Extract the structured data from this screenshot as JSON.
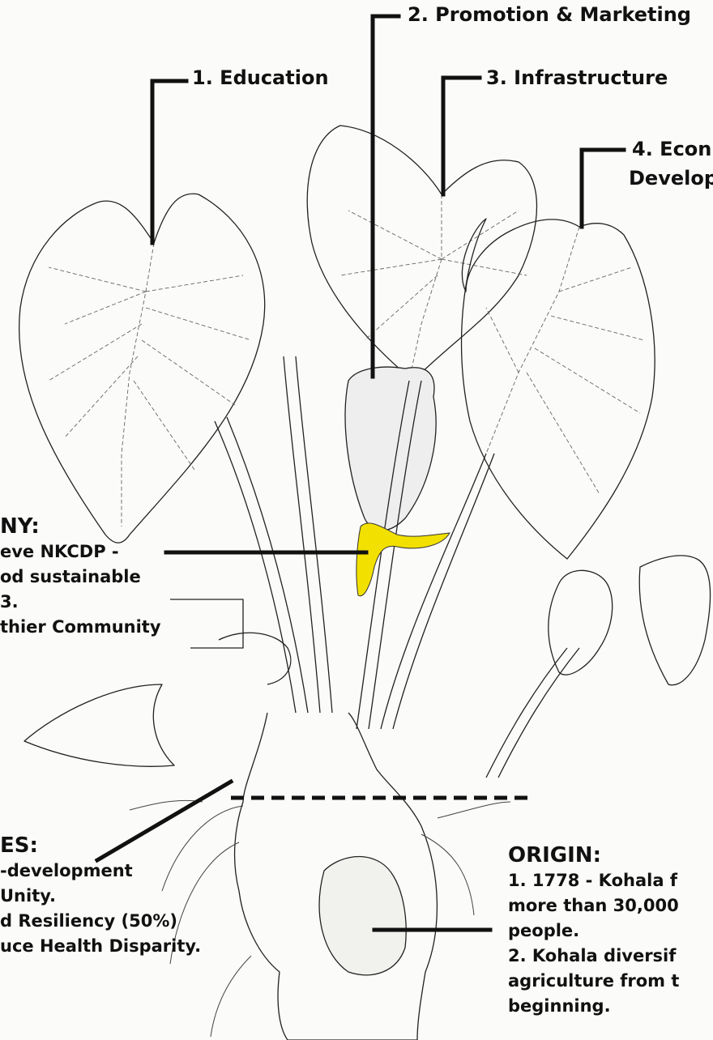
{
  "callouts": {
    "education": "1.  Education",
    "promotion": "2.  Promotion & Marketing",
    "infrastructure": "3.  Infrastructure",
    "economic_line1": "4. Econ",
    "economic_line2": "Develop"
  },
  "destiny": {
    "heading": "NY:",
    "lines": [
      "eve NKCDP -",
      "od sustainable",
      "3.",
      "thier Community"
    ]
  },
  "values": {
    "heading": "ES:",
    "lines": [
      "-development",
      "Unity.",
      "d Resiliency (50%)",
      "uce Health Disparity."
    ]
  },
  "origin": {
    "heading": "ORIGIN:",
    "lines": [
      "1.  1778 - Kohala f",
      "more than 30,000",
      "people.",
      "2.  Kohala diversif",
      "agriculture from t",
      "beginning."
    ]
  },
  "colors": {
    "line": "#111111",
    "highlight": "#f2e000",
    "background": "#fbfbf9"
  }
}
